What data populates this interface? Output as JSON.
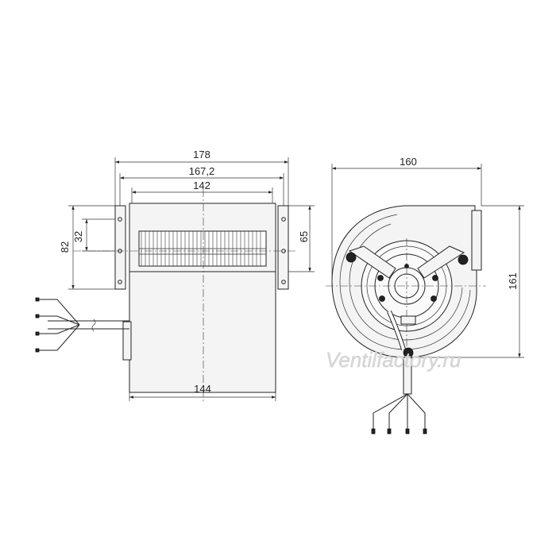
{
  "dimensions": {
    "overall_width": "178",
    "flange_span": "167,2",
    "inlet_width": "142",
    "housing_width": "144",
    "hole_span_outer": "82",
    "hole_span_inner": "32",
    "outlet_height": "65",
    "side_width": "160",
    "side_height": "161"
  },
  "watermark": "Ventilfactory.ru",
  "colors": {
    "line": "#222222",
    "watermark": "#d9d9d9"
  }
}
